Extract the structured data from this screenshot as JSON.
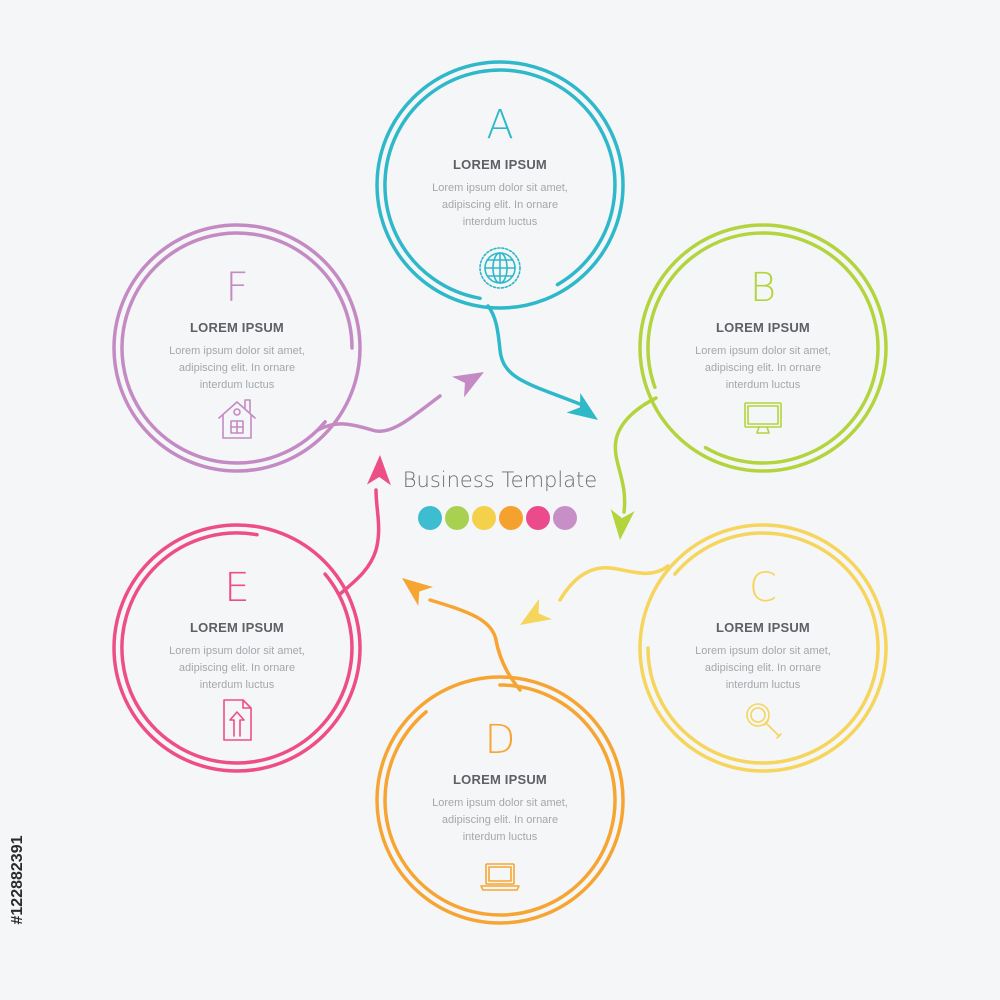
{
  "diagram": {
    "center_title": "Business Template",
    "dot_colors": [
      "#3ebcd0",
      "#a8d152",
      "#f4d04b",
      "#f5a12e",
      "#eb4a8b",
      "#c88fc6"
    ],
    "steps": [
      {
        "letter": "A",
        "title": "LOREM IPSUM",
        "body": [
          "Lorem ipsum dolor sit amet,",
          "adipiscing elit. In ornare",
          "interdum luctus"
        ],
        "color": "#2eb8c9",
        "icon": "globe-icon"
      },
      {
        "letter": "B",
        "title": "LOREM IPSUM",
        "body": [
          "Lorem ipsum dolor sit amet,",
          "adipiscing elit. In ornare",
          "interdum luctus"
        ],
        "color": "#b3d43c",
        "icon": "monitor-icon"
      },
      {
        "letter": "C",
        "title": "LOREM IPSUM",
        "body": [
          "Lorem ipsum dolor sit amet,",
          "adipiscing elit. In ornare",
          "interdum luctus"
        ],
        "color": "#f6d55c",
        "icon": "magnifier-icon"
      },
      {
        "letter": "D",
        "title": "LOREM IPSUM",
        "body": [
          "Lorem ipsum dolor sit amet,",
          "adipiscing elit. In ornare",
          "interdum luctus"
        ],
        "color": "#f6a532",
        "icon": "laptop-icon"
      },
      {
        "letter": "E",
        "title": "LOREM IPSUM",
        "body": [
          "Lorem ipsum dolor sit amet,",
          "adipiscing elit. In ornare",
          "interdum luctus"
        ],
        "color": "#ee4e86",
        "icon": "document-upload-icon"
      },
      {
        "letter": "F",
        "title": "LOREM IPSUM",
        "body": [
          "Lorem ipsum dolor sit amet,",
          "adipiscing elit. In ornare",
          "interdum luctus"
        ],
        "color": "#c48ac4",
        "icon": "house-icon"
      }
    ]
  },
  "watermark": {
    "stock_id": "#122882391"
  }
}
